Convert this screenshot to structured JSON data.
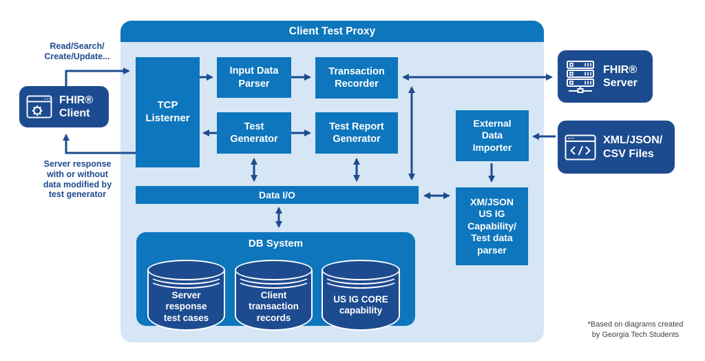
{
  "palette": {
    "medium_blue": "#0E76BC",
    "navy": "#1D4B8F",
    "light_blue": "#D6E6F5",
    "arrow": "#1D4B8F",
    "text_white": "#FFFFFF",
    "attribution_gray": "#3F3F3F"
  },
  "proxy": {
    "title": "Client Test Proxy"
  },
  "nodes": {
    "tcp_listener": "TCP\nListerner",
    "input_data_parser": "Input Data\nParser",
    "transaction_recorder": "Transaction\nRecorder",
    "test_generator": "Test\nGenerator",
    "test_report_generator": "Test Report\nGenerator",
    "data_io": "Data I/O",
    "db_system": "DB System",
    "db_server_response": "Server\nresponse\ntest cases",
    "db_client_transactions": "Client\ntransaction\nrecords",
    "db_usig_core": "US IG CORE\ncapability",
    "external_data_importer": "External\nData\nImporter",
    "xmjson_parser": "XM/JSON\nUS IG\nCapability/\nTest data\nparser",
    "fhir_client": "FHIR®\nClient",
    "fhir_server": "FHIR®\nServer",
    "xml_files": "XML/JSON/\nCSV Files"
  },
  "annotations": {
    "request_label": "Read/Search/\nCreate/Update...",
    "response_label": "Server response\nwith or without\ndata modified by\ntest generator",
    "attribution": "*Based on diagrams created\nby Georgia Tech Students"
  },
  "connections": [
    {
      "from": "fhir-client",
      "to": "tcp-listener",
      "type": "one-way"
    },
    {
      "from": "tcp-listener",
      "to": "fhir-client",
      "type": "one-way"
    },
    {
      "from": "tcp-listener",
      "to": "input-data-parser",
      "type": "one-way"
    },
    {
      "from": "input-data-parser",
      "to": "transaction-recorder",
      "type": "one-way"
    },
    {
      "from": "transaction-recorder",
      "to": "fhir-server",
      "type": "two-way"
    },
    {
      "from": "transaction-recorder",
      "to": "data-io",
      "type": "two-way"
    },
    {
      "from": "test-generator",
      "to": "tcp-listener",
      "type": "one-way"
    },
    {
      "from": "test-generator",
      "to": "test-report-generator",
      "type": "one-way"
    },
    {
      "from": "test-generator",
      "to": "data-io",
      "type": "two-way"
    },
    {
      "from": "test-report-generator",
      "to": "data-io",
      "type": "two-way"
    },
    {
      "from": "data-io",
      "to": "db-system",
      "type": "two-way"
    },
    {
      "from": "data-io",
      "to": "xmjson-parser",
      "type": "two-way"
    },
    {
      "from": "external-data-importer",
      "to": "xmjson-parser",
      "type": "one-way"
    },
    {
      "from": "xml-files",
      "to": "external-data-importer",
      "type": "one-way"
    }
  ]
}
